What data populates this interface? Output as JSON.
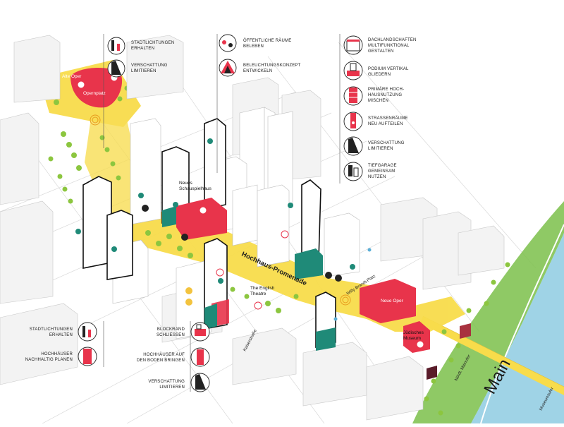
{
  "legend_top_left": [
    {
      "icon": "city-lights-icon",
      "lines": [
        "STADTLICHTUNGEN",
        "ERHALTEN"
      ]
    },
    {
      "icon": "shading-icon",
      "lines": [
        "VERSCHATTUNG",
        "LIMITIEREN"
      ]
    }
  ],
  "legend_top_mid": [
    {
      "icon": "public-space-icon",
      "lines": [
        "ÖFFENTLICHE RÄUME",
        "BELEBEN"
      ]
    },
    {
      "icon": "lighting-icon",
      "lines": [
        "BELEUCHTUNGSKONZEPT",
        "ENTWICKELN"
      ]
    }
  ],
  "legend_top_right": [
    {
      "icon": "roof-landscape-icon",
      "lines": [
        "DACHLANDSCHAFTEN",
        "MULTIFUNKTIONAL",
        "GESTALTEN"
      ]
    },
    {
      "icon": "podium-icon",
      "lines": [
        "PODIUM VERTIKAL",
        "GLIEDERN"
      ]
    },
    {
      "icon": "mixed-use-icon",
      "lines": [
        "PRIMÄRE HOCH-",
        "HAUSNUTZUNG",
        "MISCHEN"
      ]
    },
    {
      "icon": "street-space-icon",
      "lines": [
        "STRASSENRÄUME",
        "NEU AUFTEILEN"
      ]
    },
    {
      "icon": "shading-icon",
      "lines": [
        "VERSCHATTUNG",
        "LIMITIEREN"
      ]
    },
    {
      "icon": "parking-garage-icon",
      "lines": [
        "TIEFGARAGE",
        "GEMEINSAM",
        "NUTZEN"
      ]
    }
  ],
  "legend_bottom_left": [
    {
      "icon": "city-lights-icon",
      "lines": [
        "STADTLICHTUNGEN",
        "ERHALTEN"
      ]
    },
    {
      "icon": "sustainable-highrise-icon",
      "lines": [
        "HOCHHÄUSER",
        "NACHHALTIG PLANEN"
      ]
    }
  ],
  "legend_bottom_mid": [
    {
      "icon": "block-edge-icon",
      "lines": [
        "BLOCKRAND",
        "SCHLIESSEN"
      ]
    },
    {
      "icon": "grounded-highrise-icon",
      "lines": [
        "HOCHHÄUSER AUF",
        "DEN BODEN BRINGEN"
      ]
    },
    {
      "icon": "shading-icon",
      "lines": [
        "VERSCHATTUNG",
        "LIMITIEREN"
      ]
    }
  ],
  "places": {
    "alte_oper": "Alte Oper",
    "opernplatz": "Opernplatz",
    "neues_schauspielhaus": [
      "Neues",
      "Schauspielhaus"
    ],
    "english_theatre": [
      "The English",
      "Theatre"
    ],
    "neue_oper": "Neue Oper",
    "juedisches_museum": [
      "Jüdisches",
      "Museum"
    ],
    "willy_brandt_platz": "Willy-Brandt-Platz",
    "kaiserstrasse": "Kaiserstraße",
    "nord_mainufer": "Nördl. Mainufer",
    "museumsufer": "Museumsufer",
    "main": "Main",
    "promenade": "Hochhaus-Promenade"
  },
  "colors": {
    "promenade_yellow": "#f8dc4b",
    "accent_red": "#e8344b",
    "teal": "#1f8a78",
    "river_blue": "#9fd3e6",
    "park_green": "#7bbf4a"
  }
}
